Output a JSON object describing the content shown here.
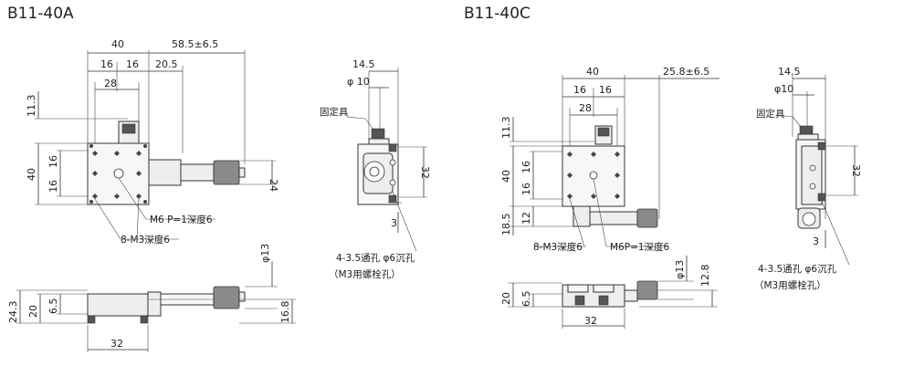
{
  "left": {
    "title": "B11-40A",
    "dims": {
      "w40": "40",
      "d58": "58.5±6.5",
      "d16a": "16",
      "d16b": "16",
      "d205": "20.5",
      "d28": "28",
      "d113": "11.3",
      "h40": "40",
      "h16a": "16",
      "h16b": "16",
      "h24": "24"
    },
    "labels": {
      "m6": "M6 P=1深度6",
      "m3": "8-M3深度6"
    },
    "front": {
      "h243": "24.3",
      "h20": "20",
      "h65": "6.5",
      "w32": "32",
      "phi13": "φ13",
      "h168": "16.8"
    }
  },
  "leftside": {
    "d145": "14.5",
    "phi10": "φ 10",
    "fix": "固定具",
    "h32": "32",
    "h3": "3",
    "note1": "4-3.5通孔  φ6沉孔",
    "note2": "（M3用螺栓孔）"
  },
  "right": {
    "title": "B11-40C",
    "dims": {
      "w40": "40",
      "d258": "25.8±6.5",
      "d16a": "16",
      "d16b": "16",
      "d28": "28",
      "d113": "11.3",
      "h40": "40",
      "h16a": "16",
      "h16b": "16",
      "h185": "18.5",
      "h12": "12"
    },
    "labels": {
      "m3": "8-M3深度6",
      "m6": "M6P=1深度6"
    },
    "front": {
      "h20": "20",
      "h65": "6.5",
      "phi13": "φ13",
      "h128": "12.8",
      "w32": "32"
    }
  },
  "rightside": {
    "d145": "14.5",
    "phi10": "φ10",
    "fix": "固定具",
    "h32": "32",
    "h3": "3",
    "note1": "4-3.5通孔  φ6沉孔",
    "note2": "（M3用螺栓孔）"
  }
}
